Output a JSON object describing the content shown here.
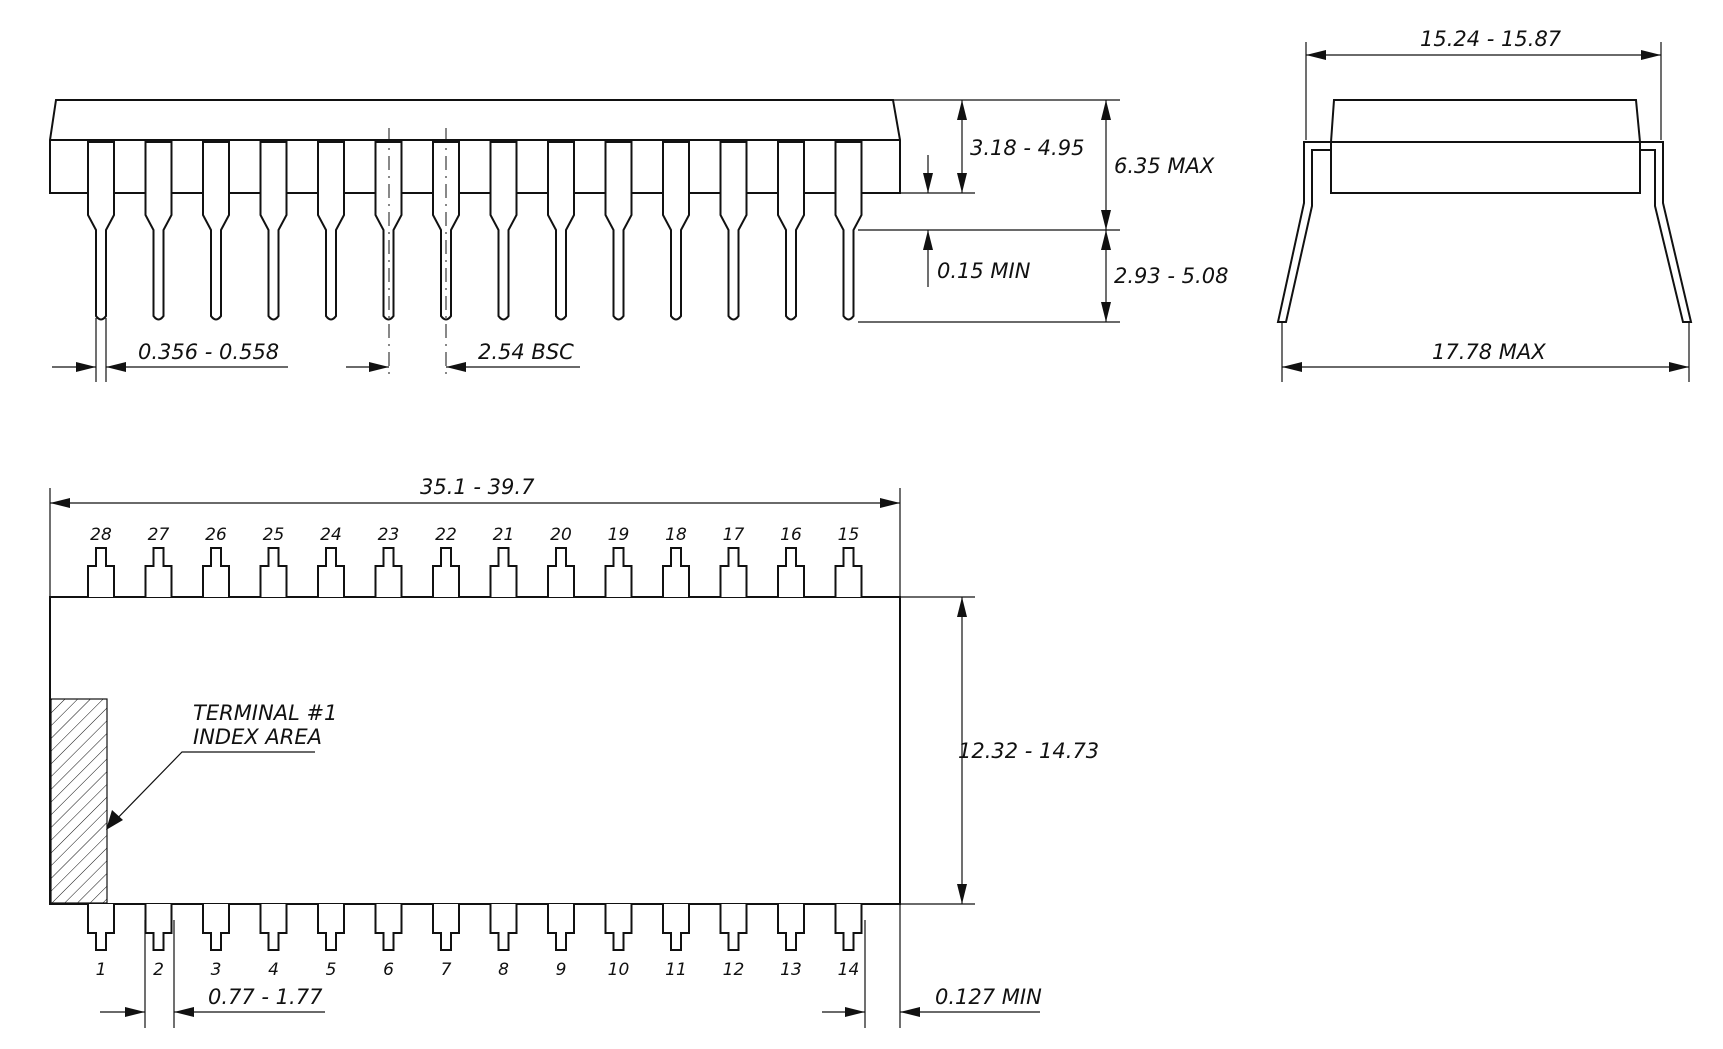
{
  "dimensions": {
    "side_lead_width": "0.356 - 0.558",
    "pitch": "2.54 BSC",
    "body_height": "3.18 - 4.95",
    "total_height_max": "6.35 MAX",
    "standoff_min": "0.15 MIN",
    "lead_length": "2.93 - 5.08",
    "row_spacing": "15.24 - 15.87",
    "lead_span_max": "17.78 MAX",
    "body_length": "35.1 - 39.7",
    "body_width": "12.32 - 14.73",
    "shoulder_width": "0.77 - 1.77",
    "end_clearance_min": "0.127 MIN"
  },
  "index_label": {
    "line1": "TERMINAL #1",
    "line2": "INDEX AREA"
  },
  "pins": {
    "bottom": [
      "1",
      "2",
      "3",
      "4",
      "5",
      "6",
      "7",
      "8",
      "9",
      "10",
      "11",
      "12",
      "13",
      "14"
    ],
    "top": [
      "28",
      "27",
      "26",
      "25",
      "24",
      "23",
      "22",
      "21",
      "20",
      "19",
      "18",
      "17",
      "16",
      "15"
    ]
  }
}
